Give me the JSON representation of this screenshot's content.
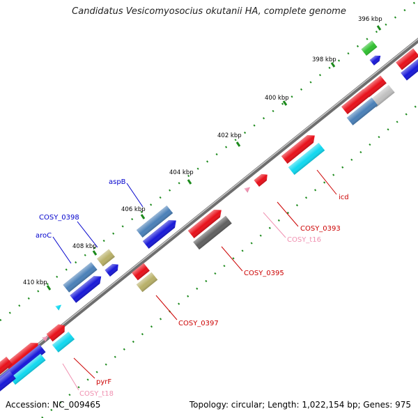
{
  "title": "Candidatus Vesicomyosocius okutanii HA, complete genome",
  "footer": {
    "accession": "Accession: NC_009465",
    "summary": "Topology: circular; Length: 1,022,154 bp; Genes: 975"
  },
  "colors": {
    "backbone": "#808080",
    "tick": "#1c8a1c",
    "cds_red": "#e8101a",
    "cds_blue": "#1818d8",
    "cds_steel": "#4a80b8",
    "cds_khaki": "#b8b068",
    "cds_cyan": "#10d8f0",
    "cds_gray": "#606060",
    "cds_lightgray": "#c0c0c0",
    "cds_green": "#30c030",
    "label_red": "#cc0000",
    "label_blue": "#0000cc",
    "label_pink": "#f090b0"
  },
  "ticks": [
    "396 kbp",
    "398 kbp",
    "400 kbp",
    "402 kbp",
    "404 kbp",
    "406 kbp",
    "408 kbp",
    "410 kbp"
  ],
  "labels": [
    {
      "id": "aspB",
      "text": "aspB",
      "color": "label_blue"
    },
    {
      "id": "cosy-0398",
      "text": "COSY_0398",
      "color": "label_blue"
    },
    {
      "id": "aroC",
      "text": "aroC",
      "color": "label_blue"
    },
    {
      "id": "icd",
      "text": "icd",
      "color": "label_red"
    },
    {
      "id": "cosy-0393",
      "text": "COSY_0393",
      "color": "label_red"
    },
    {
      "id": "cosy-t16",
      "text": "COSY_t16",
      "color": "label_pink"
    },
    {
      "id": "cosy-0395",
      "text": "COSY_0395",
      "color": "label_red"
    },
    {
      "id": "cosy-0397",
      "text": "COSY_0397",
      "color": "label_red"
    },
    {
      "id": "pyrF",
      "text": "pyrF",
      "color": "label_red"
    },
    {
      "id": "cosy-t18",
      "text": "COSY_t18",
      "color": "label_pink"
    }
  ],
  "features": [
    {
      "name": "feature-green-396",
      "color": "cds_green"
    },
    {
      "name": "feature-blue-396",
      "color": "cds_blue"
    },
    {
      "name": "feature-red-edge-a",
      "color": "cds_red"
    },
    {
      "name": "feature-blue-edge-a",
      "color": "cds_blue"
    },
    {
      "name": "feature-red-399-a",
      "color": "cds_red"
    },
    {
      "name": "feature-red-399-b",
      "color": "cds_red"
    },
    {
      "name": "feature-lightgray-399",
      "color": "cds_lightgray"
    },
    {
      "name": "feature-steel-399",
      "color": "cds_steel"
    },
    {
      "name": "feature-red-401",
      "color": "cds_red"
    },
    {
      "name": "feature-cyan-401",
      "color": "cds_cyan"
    },
    {
      "name": "feature-red-403",
      "color": "cds_red"
    },
    {
      "name": "feature-pink-trna-403",
      "color": "label_pink"
    },
    {
      "name": "feature-red-405",
      "color": "cds_red"
    },
    {
      "name": "feature-gray-405",
      "color": "cds_gray"
    },
    {
      "name": "feature-steel-406",
      "color": "cds_steel"
    },
    {
      "name": "feature-blue-406",
      "color": "cds_blue"
    },
    {
      "name": "feature-khaki-408",
      "color": "cds_khaki"
    },
    {
      "name": "feature-blue-408",
      "color": "cds_blue"
    },
    {
      "name": "feature-red-407",
      "color": "cds_red"
    },
    {
      "name": "feature-khaki-407",
      "color": "cds_khaki"
    },
    {
      "name": "feature-steel-409",
      "color": "cds_steel"
    },
    {
      "name": "feature-blue-409",
      "color": "cds_blue"
    },
    {
      "name": "feature-cyan-marker-410",
      "color": "cds_cyan"
    },
    {
      "name": "feature-red-411",
      "color": "cds_red"
    },
    {
      "name": "feature-cyan-411",
      "color": "cds_cyan"
    },
    {
      "name": "feature-pink-trna-411",
      "color": "label_pink"
    },
    {
      "name": "feature-red-412-a",
      "color": "cds_red"
    },
    {
      "name": "feature-red-412-b",
      "color": "cds_red"
    },
    {
      "name": "feature-blue-412-a",
      "color": "cds_blue"
    },
    {
      "name": "feature-cyan-412",
      "color": "cds_cyan"
    },
    {
      "name": "feature-blue-412-b",
      "color": "cds_blue"
    }
  ]
}
